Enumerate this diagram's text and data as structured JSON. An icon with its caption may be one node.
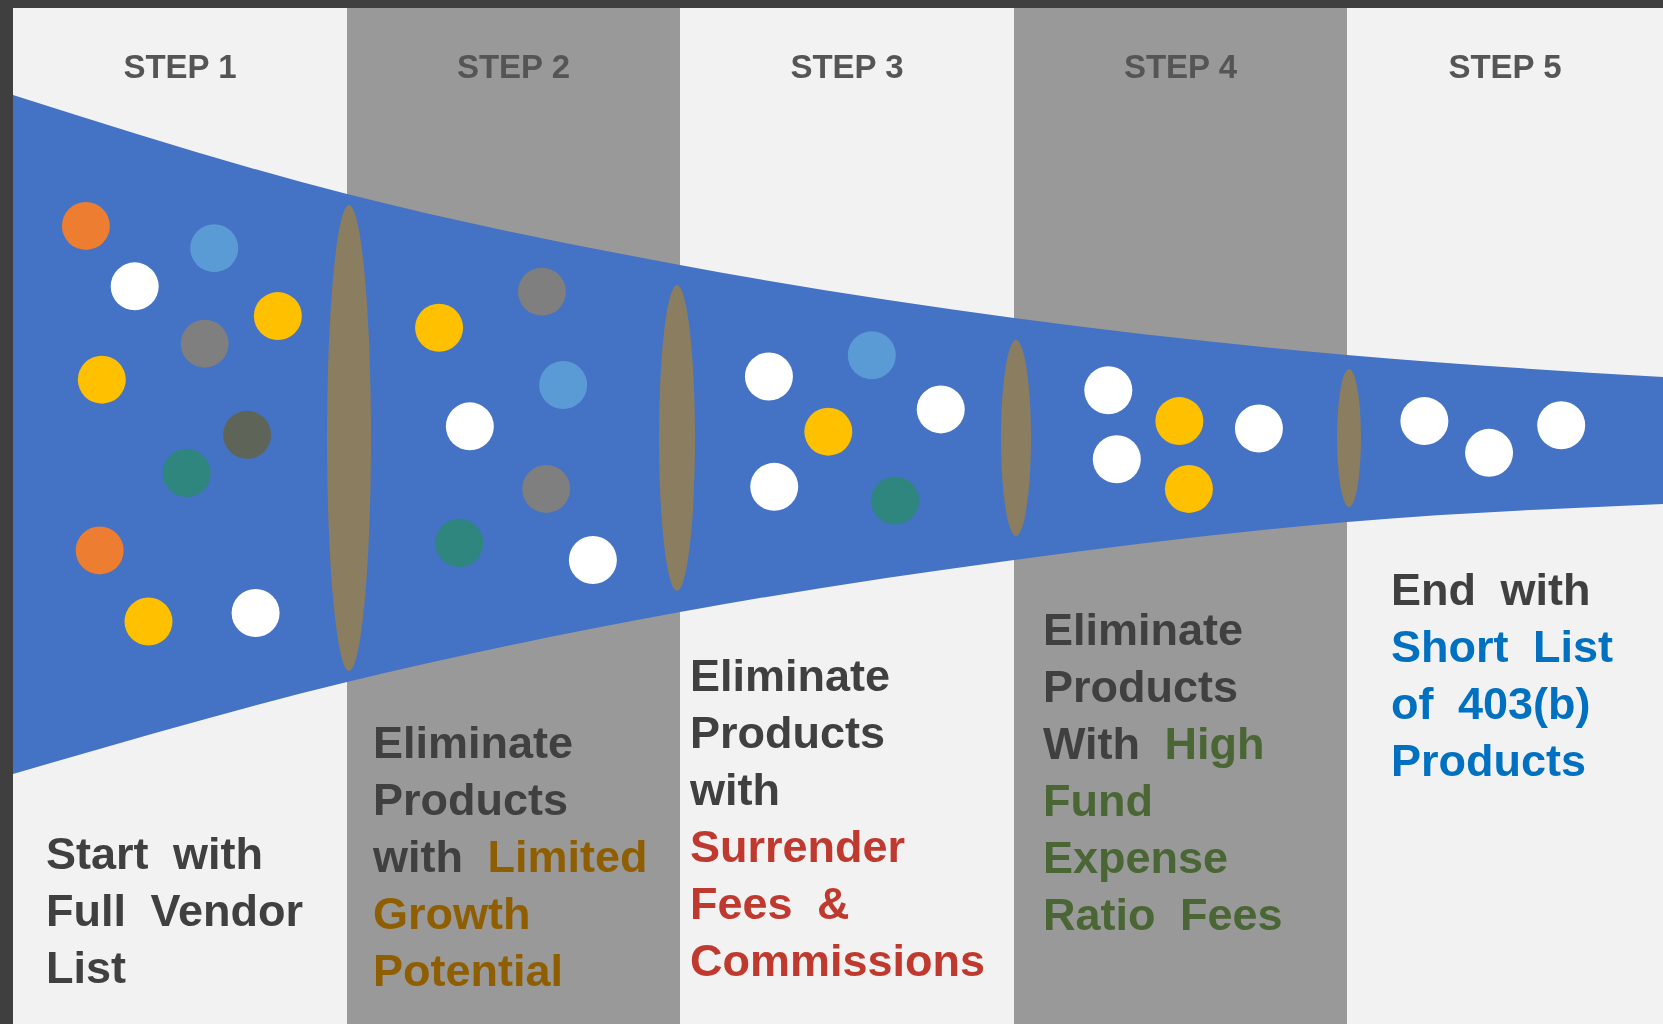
{
  "diagram": {
    "nodes": [
      {
        "text": [
          "STEP 1",
          "Start with Full Vendor List"
        ]
      },
      {
        "text": [
          "STEP 2",
          "Eliminate Products with",
          "Limited Growth Potential"
        ]
      },
      {
        "text": [
          "STEP 3",
          "Eliminate Products with",
          "Surrender Fees & Commissions"
        ]
      },
      {
        "text": [
          "STEP 4",
          "Eliminate Products With",
          "High Fund Expense Ratio Fees"
        ]
      },
      {
        "text": [
          "STEP 5",
          "End with",
          "Short List of 403(b) Products"
        ]
      }
    ]
  }
}
